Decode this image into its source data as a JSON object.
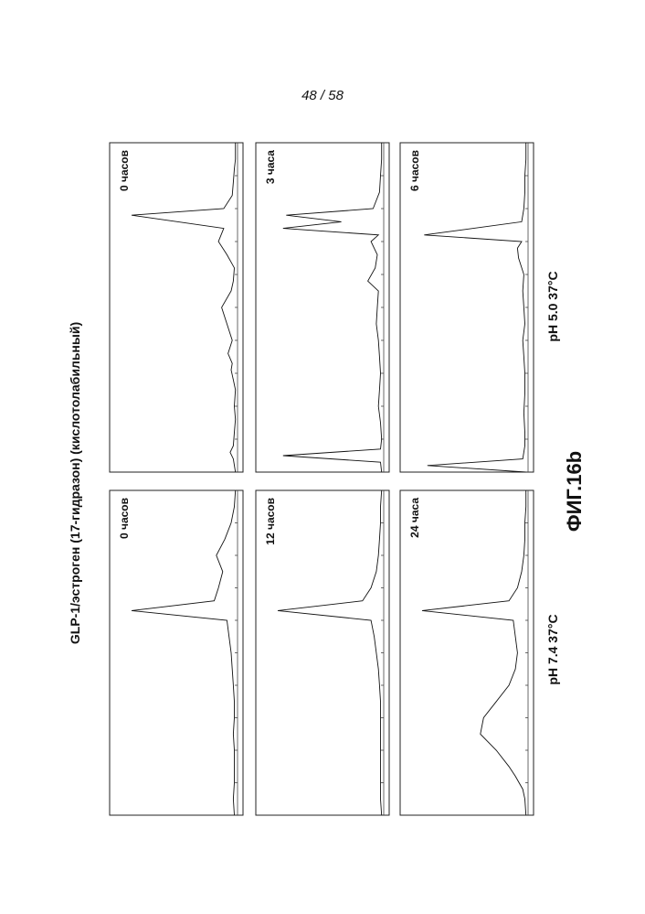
{
  "page_number": "48 / 58",
  "figure_title": "GLP-1/эстроген (17-гидразон) (кислотолабильный)",
  "figure_caption": "ФИГ.16b",
  "groups": [
    {
      "condition": "pH 5.0 37°C",
      "panels": [
        "0 часов",
        "3 часа",
        "6 часов"
      ]
    },
    {
      "condition": "pH 7.4 37°C",
      "panels": [
        "0 часов",
        "12 часов",
        "24 часа"
      ]
    }
  ],
  "chart_data": [
    {
      "type": "line",
      "title": "0 часов",
      "condition": "pH 5.0 37°C",
      "x": [
        0.0,
        0.04,
        0.06,
        0.08,
        0.12,
        0.16,
        0.2,
        0.25,
        0.28,
        0.31,
        0.33,
        0.36,
        0.38,
        0.4,
        0.45,
        0.5,
        0.55,
        0.58,
        0.62,
        0.66,
        0.7,
        0.74,
        0.78,
        0.8,
        0.84,
        0.88,
        0.92,
        0.95,
        1.0
      ],
      "y": [
        0.02,
        0.04,
        0.07,
        0.04,
        0.03,
        0.02,
        0.03,
        0.02,
        0.04,
        0.06,
        0.05,
        0.09,
        0.07,
        0.05,
        0.1,
        0.15,
        0.06,
        0.04,
        0.03,
        0.1,
        0.18,
        0.13,
        1.0,
        0.13,
        0.05,
        0.04,
        0.03,
        0.02,
        0.02
      ]
    },
    {
      "type": "line",
      "title": "3 часа",
      "condition": "pH 5.0 37°C",
      "x": [
        0.0,
        0.03,
        0.05,
        0.07,
        0.1,
        0.15,
        0.2,
        0.25,
        0.3,
        0.35,
        0.4,
        0.45,
        0.5,
        0.55,
        0.58,
        0.62,
        0.66,
        0.7,
        0.72,
        0.74,
        0.76,
        0.78,
        0.8,
        0.85,
        0.9,
        0.95,
        1.0
      ],
      "y": [
        0.02,
        0.03,
        0.95,
        0.03,
        0.02,
        0.03,
        0.05,
        0.04,
        0.03,
        0.04,
        0.05,
        0.07,
        0.06,
        0.05,
        0.15,
        0.08,
        0.06,
        0.12,
        0.05,
        0.95,
        0.4,
        0.92,
        0.1,
        0.04,
        0.03,
        0.02,
        0.02
      ]
    },
    {
      "type": "line",
      "title": "6 часов",
      "condition": "pH 5.0 37°C",
      "x": [
        0.0,
        0.02,
        0.04,
        0.08,
        0.12,
        0.18,
        0.24,
        0.3,
        0.35,
        0.4,
        0.45,
        0.5,
        0.55,
        0.6,
        0.65,
        0.68,
        0.7,
        0.72,
        0.76,
        0.8,
        0.85,
        0.9,
        0.95,
        1.0
      ],
      "y": [
        0.02,
        0.95,
        0.05,
        0.03,
        0.03,
        0.04,
        0.03,
        0.03,
        0.04,
        0.05,
        0.03,
        0.04,
        0.05,
        0.04,
        0.09,
        0.1,
        0.06,
        0.98,
        0.06,
        0.04,
        0.03,
        0.03,
        0.02,
        0.02
      ]
    },
    {
      "type": "line",
      "title": "0 часов",
      "condition": "pH 7.4 37°C",
      "x": [
        0.0,
        0.05,
        0.1,
        0.15,
        0.2,
        0.25,
        0.3,
        0.35,
        0.4,
        0.45,
        0.5,
        0.55,
        0.6,
        0.63,
        0.66,
        0.7,
        0.75,
        0.8,
        0.85,
        0.9,
        0.95,
        1.0
      ],
      "y": [
        0.03,
        0.04,
        0.03,
        0.03,
        0.03,
        0.04,
        0.03,
        0.03,
        0.04,
        0.05,
        0.06,
        0.08,
        0.1,
        1.0,
        0.22,
        0.18,
        0.14,
        0.2,
        0.12,
        0.06,
        0.03,
        0.02
      ]
    },
    {
      "type": "line",
      "title": "12 часов",
      "condition": "pH 7.4 37°C",
      "x": [
        0.0,
        0.05,
        0.1,
        0.15,
        0.2,
        0.25,
        0.3,
        0.35,
        0.4,
        0.45,
        0.5,
        0.55,
        0.6,
        0.63,
        0.66,
        0.7,
        0.75,
        0.8,
        0.85,
        0.9,
        0.95,
        1.0
      ],
      "y": [
        0.02,
        0.03,
        0.03,
        0.03,
        0.03,
        0.03,
        0.03,
        0.03,
        0.04,
        0.05,
        0.07,
        0.09,
        0.12,
        1.0,
        0.2,
        0.12,
        0.07,
        0.05,
        0.04,
        0.03,
        0.03,
        0.02
      ]
    },
    {
      "type": "line",
      "title": "24 часа",
      "condition": "pH 7.4 37°C",
      "x": [
        0.0,
        0.05,
        0.08,
        0.12,
        0.15,
        0.2,
        0.25,
        0.3,
        0.35,
        0.4,
        0.45,
        0.5,
        0.55,
        0.6,
        0.63,
        0.66,
        0.7,
        0.75,
        0.8,
        0.85,
        0.9,
        0.95,
        1.0
      ],
      "y": [
        0.02,
        0.03,
        0.05,
        0.12,
        0.18,
        0.3,
        0.45,
        0.42,
        0.3,
        0.18,
        0.12,
        0.1,
        0.12,
        0.14,
        1.0,
        0.18,
        0.1,
        0.06,
        0.04,
        0.03,
        0.03,
        0.02,
        0.02
      ]
    }
  ]
}
